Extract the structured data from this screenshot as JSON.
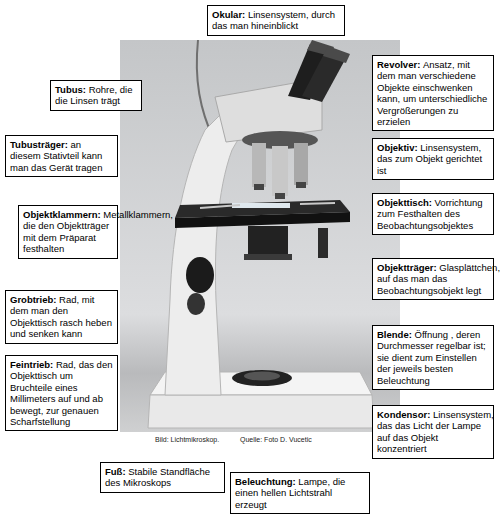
{
  "diagram": {
    "caption": "Bild: Lichtmikroskop.",
    "nodes": [
      {
        "text": [
          "Okular:",
          "Linsensystem, durch das man hineinblickt"
        ]
      },
      {
        "text": [
          "Revolver:",
          "Ansatz, mit dem man verschiedene Objekte einschwenken kann, um unterschiedliche Vergrößerungen zu erzielen"
        ]
      },
      {
        "text": [
          "Tubus:",
          "Rohre, die die Linsen trägt"
        ]
      },
      {
        "text": [
          "Tubusträger:",
          "an diesem Stativteil kann man das Gerät tragen"
        ]
      },
      {
        "text": [
          "Objektiv:",
          "Linsensystem, das zum Objekt gerichtet ist"
        ]
      },
      {
        "text": [
          "Objektklammern:",
          "Metallklammern, die den Objektträger mit dem Präparat festhalten"
        ]
      },
      {
        "text": [
          "Objekttisch:",
          "Vorrichtung zum Festhalten des Beobachtungsobjektes"
        ]
      },
      {
        "text": [
          "Objektträger:",
          "Glasplättchen, auf das man das Beobachtungsobjekt legt"
        ]
      },
      {
        "text": [
          "Grobtrieb:",
          "Rad, mit dem man den Objekttisch rasch heben und senken kann"
        ]
      },
      {
        "text": [
          "Blende:",
          "Öffnung , deren Durchmesser regelbar ist; sie dient zum Einstellen der jeweils besten Beleuchtung"
        ]
      },
      {
        "text": [
          "Feintrieb:",
          "Rad, das den Objekttisch um Bruchteile eines Millimeters auf und ab bewegt, zur genauen Scharfstellung"
        ]
      },
      {
        "text": [
          "Kondensor:",
          "Linsensystem, das das Licht der Lampe auf das Objekt konzentriert"
        ]
      },
      {
        "text": [
          "Fuß:",
          "Stabile Standfläche des Mikroskops"
        ]
      },
      {
        "text": [
          "Beleuchtung:",
          "Lampe, die einen hellen Lichtstrahl erzeugt"
        ]
      }
    ],
    "labels": [
      "Quelle: Foto D. Vucetic"
    ]
  }
}
